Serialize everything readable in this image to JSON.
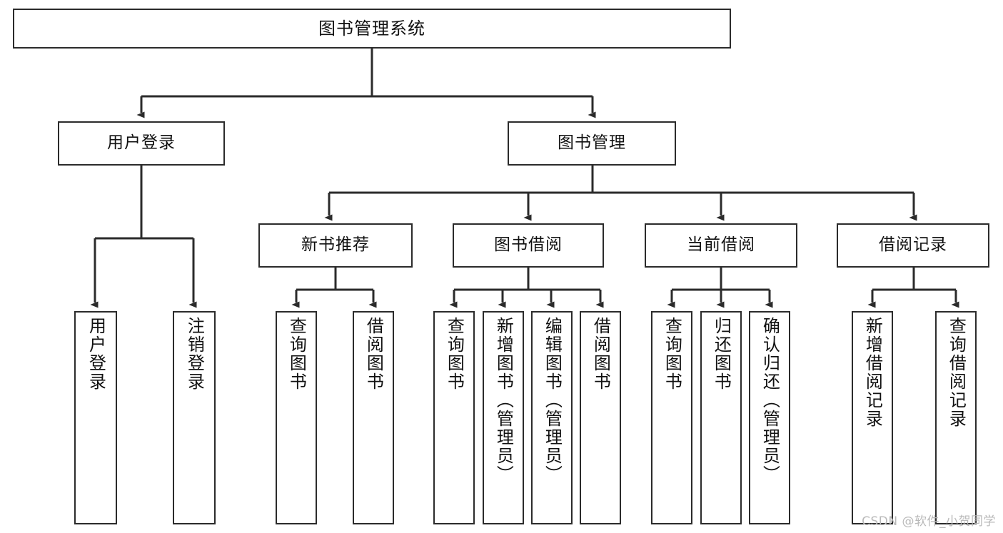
{
  "diagram": {
    "title": "图书管理系统",
    "watermark": "CSDN @软件_小贺同学",
    "colors": {
      "background": "#ffffff",
      "stroke": "#2b2b2b",
      "text": "#111111",
      "watermark": "#b9b9b9"
    },
    "root": {
      "label": "图书管理系统"
    },
    "level1": [
      {
        "label": "用户登录"
      },
      {
        "label": "图书管理"
      }
    ],
    "level2": [
      {
        "label": "新书推荐"
      },
      {
        "label": "图书借阅"
      },
      {
        "label": "当前借阅"
      },
      {
        "label": "借阅记录"
      }
    ],
    "leaves": {
      "user_login": [
        {
          "label": "用户登录"
        },
        {
          "label": "注销登录"
        }
      ],
      "new_book": [
        {
          "label": "查询图书"
        },
        {
          "label": "借阅图书"
        }
      ],
      "borrow": [
        {
          "label": "查询图书"
        },
        {
          "label": "新增图书（管理员）"
        },
        {
          "label": "编辑图书（管理员）"
        },
        {
          "label": "借阅图书"
        }
      ],
      "current": [
        {
          "label": "查询图书"
        },
        {
          "label": "归还图书"
        },
        {
          "label": "确认归还（管理员）"
        }
      ],
      "records": [
        {
          "label": "新增借阅记录"
        },
        {
          "label": "查询借阅记录"
        }
      ]
    }
  }
}
